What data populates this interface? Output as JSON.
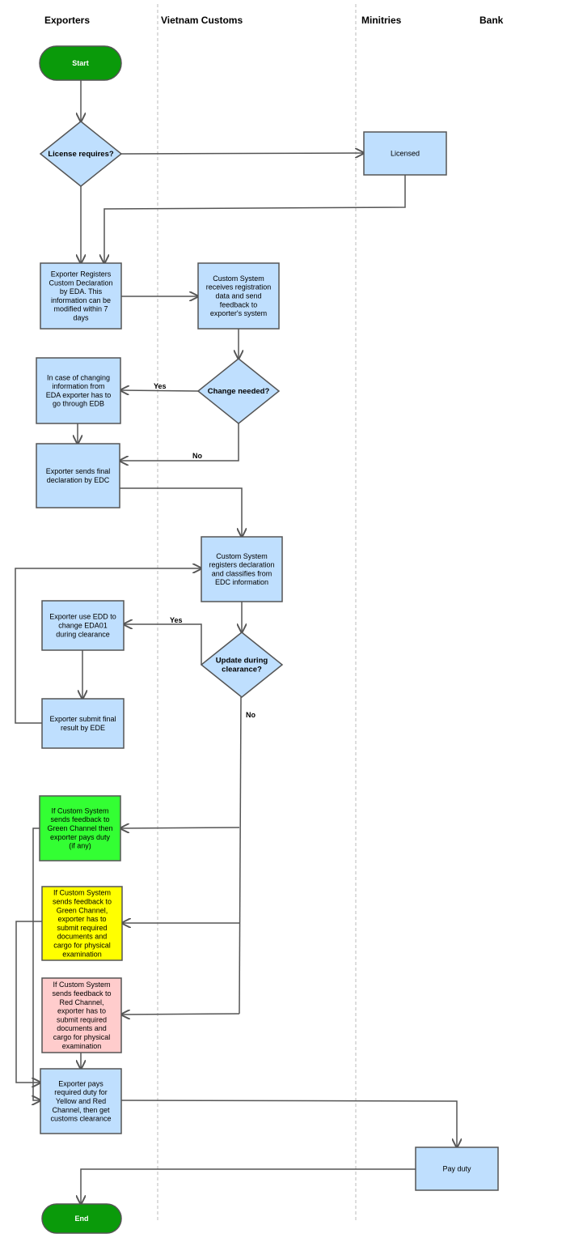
{
  "lanes": {
    "exporters": "Exporters",
    "customs": "Vietnam Customs",
    "ministries": "Minitries",
    "bank": "Bank"
  },
  "colors": {
    "process": "#bfdffe",
    "terminal": "#0a9a0a",
    "green_channel": "#33ff33",
    "yellow_channel": "#ffff00",
    "red_channel": "#ffcccc",
    "stroke": "#555555"
  },
  "nodes": {
    "start": [
      "Start"
    ],
    "license": [
      "License requires?"
    ],
    "licensed": [
      "Licensed"
    ],
    "register": [
      "Exporter Registers",
      "Custom Declaration",
      "by EDA. This",
      "information can be",
      "modified within 7",
      "days"
    ],
    "receive": [
      "Custom System",
      "receives registration",
      "data and send",
      "feedback to",
      "exporter's system"
    ],
    "change_needed": [
      "Change needed?"
    ],
    "change_edb": [
      "In case of changing",
      "information from",
      "EDA exporter has to",
      "go through EDB"
    ],
    "final_edc": [
      "Exporter sends final",
      "declaration by EDC"
    ],
    "classify": [
      "Custom System",
      "registers declaration",
      "and classifies from",
      "EDC information"
    ],
    "use_edd": [
      "Exporter use EDD to",
      "change EDA01",
      "during clearance"
    ],
    "update": [
      "Update during",
      "clearance?"
    ],
    "submit_ede": [
      "Exporter submit final",
      "result by EDE"
    ],
    "green": [
      "If Custom System",
      "sends feedback to",
      "Green Channel then",
      "exporter pays duty",
      "(if any)"
    ],
    "yellow": [
      "If Custom System",
      "sends feedback to",
      "Green Channel,",
      "exporter has to",
      "submit required",
      "documents and",
      "cargo for physical",
      "examination"
    ],
    "red": [
      "If Custom System",
      "sends feedback to",
      "Red Channel,",
      "exporter has to",
      "submit required",
      "documents and",
      "cargo for physical",
      "examination"
    ],
    "pay_required": [
      "Exporter pays",
      "required duty for",
      "Yellow and Red",
      "Channel, then get",
      "customs clearance"
    ],
    "pay_duty": [
      "Pay duty"
    ],
    "end": [
      "End"
    ]
  },
  "edge_labels": {
    "change_yes": "Yes",
    "change_no": "No",
    "update_yes": "Yes",
    "update_no": "No"
  }
}
